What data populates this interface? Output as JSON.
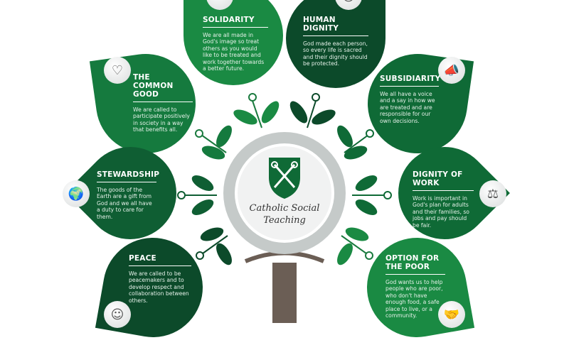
{
  "center": {
    "title": "Catholic Social Teaching",
    "emblem": "crossed-keys-shield-icon"
  },
  "colors": {
    "dark": "#0c4a2a",
    "mid": "#0f6a36",
    "bright": "#1a8a43",
    "trunk": "#6b5e55",
    "ring": "#c5cac9"
  },
  "principles": [
    {
      "title": "SOLIDARITY",
      "text": "We are all made in God's image so treat others as you would like to be treated and work together towards a better future.",
      "icon": "hands-icon"
    },
    {
      "title": "HUMAN DIGNITY",
      "text": "God made each person, so every life is sacred and their dignity should be protected.",
      "icon": "person-icon"
    },
    {
      "title": "THE COMMON GOOD",
      "text": "We are called to participate positively in society in a way that benefits all.",
      "icon": "heart-icon"
    },
    {
      "title": "SUBSIDIARITY",
      "text": "We all have a voice and a say in how we are treated and are responsible for our own decisions.",
      "icon": "megaphone-icon"
    },
    {
      "title": "STEWARDSHIP",
      "text": "The goods of the Earth are a gift from God and we all have a duty to care for them.",
      "icon": "globe-in-hand-icon"
    },
    {
      "title": "DIGNITY OF WORK",
      "text": "Work is important in God's plan for adults and their families, so jobs and pay should be fair.",
      "icon": "scales-icon"
    },
    {
      "title": "PEACE",
      "text": "We are called to be peacemakers and to develop respect and collaboration between others.",
      "icon": "people-icon"
    },
    {
      "title": "OPTION FOR THE POOR",
      "text": "God wants us to help people who are poor, who don't have enough food, a safe place to live, or a community.",
      "icon": "handshake-icon"
    }
  ]
}
